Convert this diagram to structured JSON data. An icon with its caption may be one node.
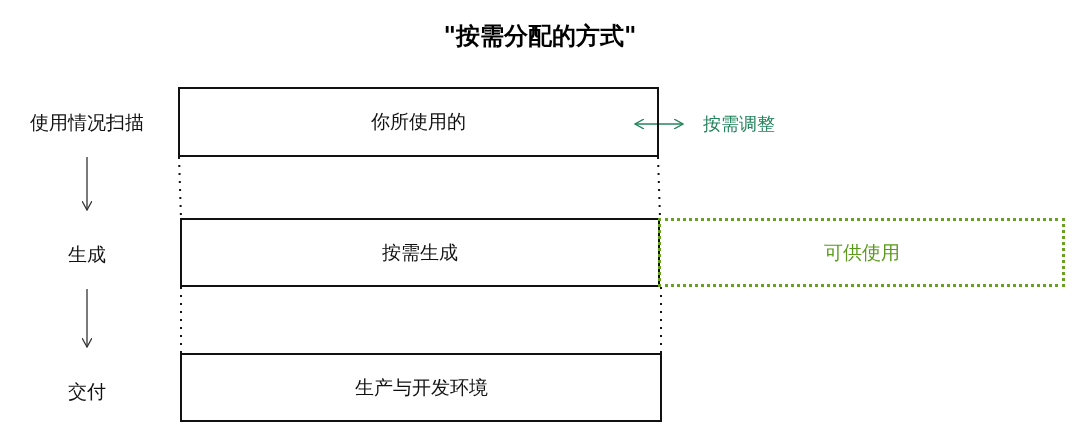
{
  "diagram": {
    "title": "\"按需分配的方式\"",
    "nodes": [
      {
        "text": [
          "使用情况扫描"
        ]
      },
      {
        "text": [
          "生成"
        ]
      },
      {
        "text": [
          "交付"
        ]
      },
      {
        "text": [
          "你所使用的"
        ]
      },
      {
        "text": [
          "按需生成"
        ]
      },
      {
        "text": [
          "生产与开发环境"
        ]
      },
      {
        "text": [
          "可供使用"
        ]
      }
    ],
    "edges": [
      {
        "from": 0,
        "to": 1,
        "arrow": "to"
      },
      {
        "from": 1,
        "to": 2,
        "arrow": "to"
      },
      {
        "from": 3,
        "to": 4,
        "arrow": "none",
        "style": "dashed"
      },
      {
        "from": 3,
        "to": 4,
        "arrow": "none",
        "style": "dashed"
      },
      {
        "from": 4,
        "to": 5,
        "arrow": "none",
        "style": "dashed"
      },
      {
        "from": 4,
        "to": 5,
        "arrow": "none",
        "style": "dashed"
      }
    ],
    "labels": [
      "按需调整"
    ]
  }
}
